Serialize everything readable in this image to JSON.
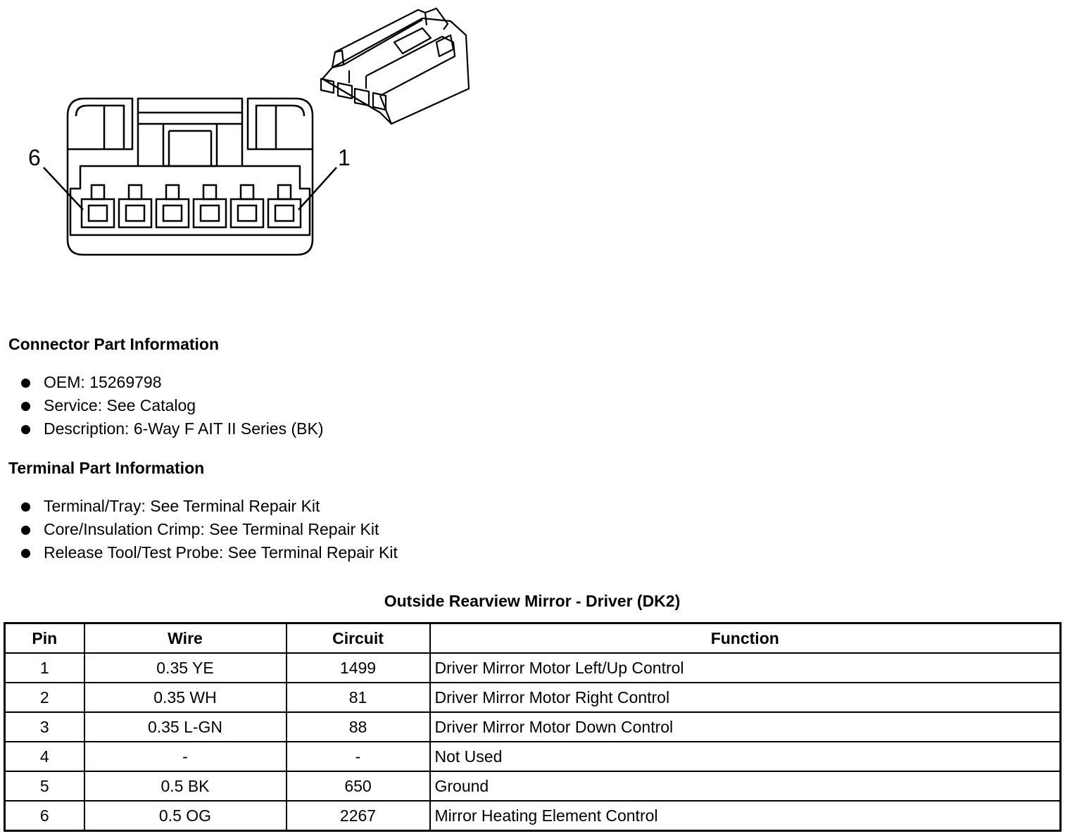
{
  "diagram": {
    "pin_label_left": "6",
    "pin_label_right": "1"
  },
  "connector_info": {
    "heading": "Connector Part Information",
    "items": [
      "OEM: 15269798",
      "Service: See Catalog",
      "Description: 6-Way F AIT II Series (BK)"
    ]
  },
  "terminal_info": {
    "heading": "Terminal Part Information",
    "items": [
      "Terminal/Tray: See Terminal Repair Kit",
      "Core/Insulation Crimp: See Terminal Repair Kit",
      "Release Tool/Test Probe: See Terminal Repair Kit"
    ]
  },
  "table": {
    "title": "Outside Rearview Mirror - Driver (DK2)",
    "headers": [
      "Pin",
      "Wire",
      "Circuit",
      "Function"
    ],
    "rows": [
      [
        "1",
        "0.35 YE",
        "1499",
        "Driver Mirror Motor Left/Up Control"
      ],
      [
        "2",
        "0.35 WH",
        "81",
        "Driver Mirror Motor Right Control"
      ],
      [
        "3",
        "0.35 L-GN",
        "88",
        "Driver Mirror Motor Down Control"
      ],
      [
        "4",
        "-",
        "-",
        "Not Used"
      ],
      [
        "5",
        "0.5 BK",
        "650",
        "Ground"
      ],
      [
        "6",
        "0.5 OG",
        "2267",
        "Mirror Heating Element Control"
      ]
    ]
  }
}
